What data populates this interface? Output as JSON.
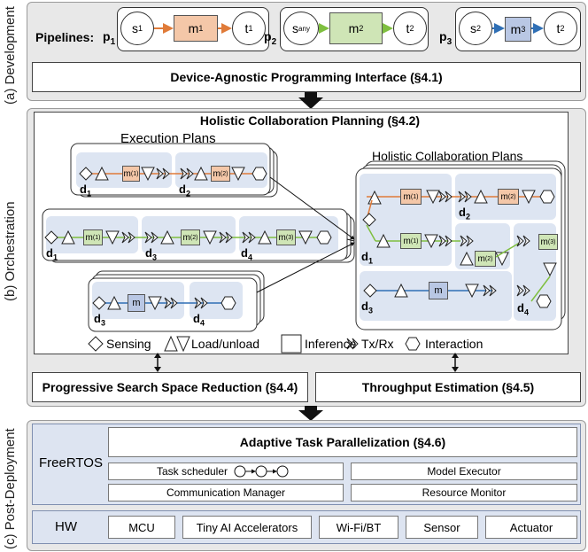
{
  "phase_labels": {
    "development": "(a) Development",
    "orchestration": "(b) Orchestration",
    "post_deployment": "(c) Post-Deployment"
  },
  "pipelines": {
    "label": "Pipelines:",
    "items": [
      {
        "name": "p",
        "sub": "1",
        "source": "s",
        "source_sub": "1",
        "model": "m",
        "model_sub": "1",
        "target": "t",
        "target_sub": "1",
        "color": "#f4c7a8",
        "arrow": "#e07b39"
      },
      {
        "name": "p",
        "sub": "2",
        "source": "s",
        "source_sub": "any",
        "model": "m",
        "model_sub": "2",
        "target": "t",
        "target_sub": "2",
        "color": "#cfe5b6",
        "arrow": "#7fbf3f"
      },
      {
        "name": "p",
        "sub": "3",
        "source": "s",
        "source_sub": "2",
        "model": "m",
        "model_sub": "3",
        "target": "t",
        "target_sub": "2",
        "color": "#b9c7e4",
        "arrow": "#2f6fb5"
      }
    ]
  },
  "interface": {
    "title": "Device-Agnostic Programming Interface (§4.1)"
  },
  "planning": {
    "title": "Holistic Collaboration Planning (§4.2)",
    "execution_plans": "Execution Plans",
    "holistic_plans": "Holistic Collaboration Plans",
    "devices": {
      "d1": "d",
      "d2": "d",
      "d3": "d",
      "d4": "d"
    },
    "device_subs": [
      "1",
      "2",
      "3",
      "4"
    ],
    "models": {
      "m1": "m",
      "m1_sub": "(1)",
      "m2_sub": "(2)",
      "m3_sub": "(3)",
      "m": "m"
    }
  },
  "legend": {
    "sensing": "Sensing",
    "load_unload": "Load/unload",
    "inference": "Inference",
    "tx_rx": "Tx/Rx",
    "interaction": "Interaction"
  },
  "search": {
    "title": "Progressive Search Space Reduction (§4.4)"
  },
  "throughput": {
    "title": "Throughput Estimation (§4.5)"
  },
  "freertos": {
    "label": "FreeRTOS",
    "adaptive": "Adaptive Task Parallelization (§4.6)",
    "task_scheduler": "Task scheduler",
    "model_executor": "Model Executor",
    "comm_manager": "Communication Manager",
    "resource_monitor": "Resource Monitor"
  },
  "hw": {
    "label": "HW",
    "items": [
      "MCU",
      "Tiny AI Accelerators",
      "Wi-Fi/BT",
      "Sensor",
      "Actuator"
    ]
  },
  "colors": {
    "orange": "#f4c7a8",
    "green": "#cfe5b6",
    "blue": "#b9c7e4",
    "plan_bg": "#dde5f2",
    "section_bg": "#e8e8e8"
  }
}
